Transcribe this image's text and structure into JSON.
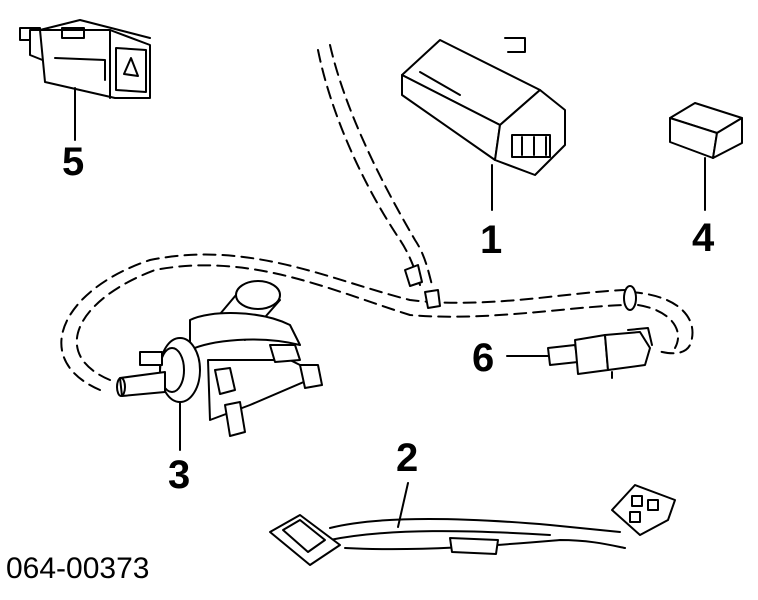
{
  "diagram": {
    "callouts": [
      {
        "id": "1",
        "label": "1"
      },
      {
        "id": "2",
        "label": "2"
      },
      {
        "id": "3",
        "label": "3"
      },
      {
        "id": "4",
        "label": "4"
      },
      {
        "id": "5",
        "label": "5"
      },
      {
        "id": "6",
        "label": "6"
      }
    ],
    "catalog_number": "064-00373"
  },
  "colors": {
    "ink": "#000000",
    "background": "#ffffff"
  }
}
